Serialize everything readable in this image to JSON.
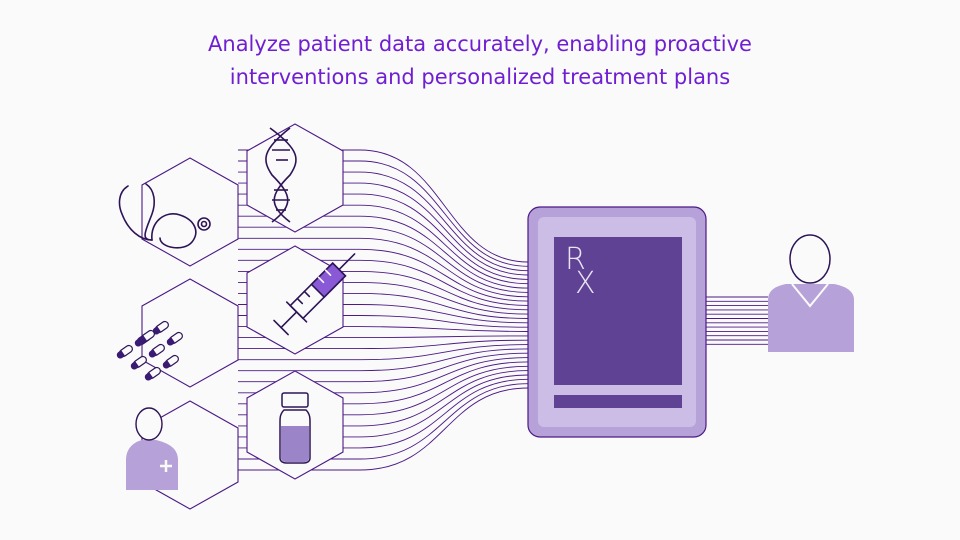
{
  "headline": {
    "line1": "Analyze patient data accurately, enabling proactive",
    "line2": "interventions and personalized treatment plans"
  },
  "prescription": {
    "letter1": "R",
    "letter2": "X"
  },
  "colors": {
    "accent": "#6f1fd1",
    "line": "#4b1a86",
    "fill_light": "#b6a1d8",
    "fill_mid": "#9c84c9",
    "fill_dark": "#5f4294"
  },
  "icons": {
    "hexagons": [
      "stethoscope-icon",
      "dna-icon",
      "pills-icon",
      "syringe-icon",
      "doctor-icon",
      "vial-icon"
    ],
    "tablet": "prescription-tablet-icon",
    "patient": "patient-avatar-icon"
  }
}
